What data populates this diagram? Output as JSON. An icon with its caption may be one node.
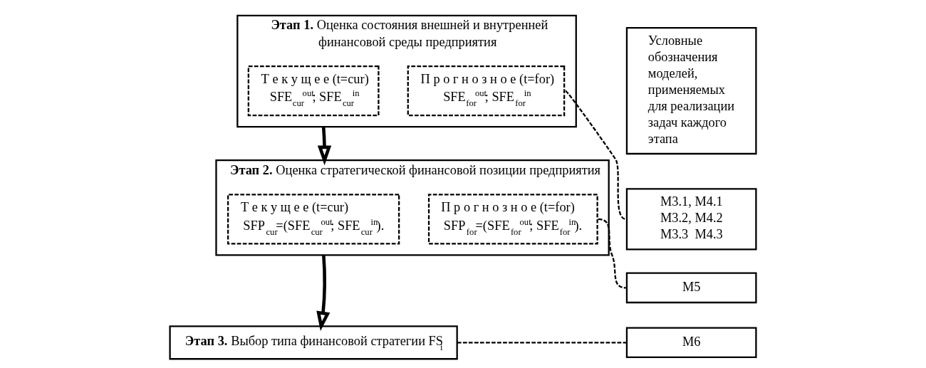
{
  "diagram": {
    "nodes": [
      {
        "text": [
          "**Этап 1.** Оценка состояния внешней и внутренней финансовой среды предприятия"
        ]
      },
      {
        "text": [
          "Т е к у щ е е (t=cur)",
          "SFE$_{cur}$$^{out}$; SFE$_{cur}$$^{in}$"
        ],
        "in": 0
      },
      {
        "text": [
          "П р о г н о з н о е (t=for)",
          "SFE$_{for}$$^{out}$; SFE$_{for}$$^{in}$"
        ],
        "in": 0
      },
      {
        "text": [
          "**Этап 2.** Оценка стратегической финансовой позиции предприятия"
        ]
      },
      {
        "text": [
          "Т е к у щ е е (t=cur)",
          "SFP$_{cur}$=(SFE$_{cur}$$^{out}$; SFE$_{cur}$$^{in}$)."
        ],
        "in": 3
      },
      {
        "text": [
          "П р о г н о з н о е (t=for)",
          "SFP$_{for}$=(SFE$_{for}$$^{out}$; SFE$_{for}$$^{in}$)."
        ],
        "in": 3
      },
      {
        "text": [
          "**Этап 3.** Выбор типа финансовой стратегии FS$_{i}$"
        ]
      },
      {
        "text": [
          "Условные обозначения моделей, применяемых для реализации задач каждого этапа"
        ]
      },
      {
        "text": [
          "M3.1, M4.1 M3.2, M4.2 M3.3  M4.3"
        ]
      },
      {
        "text": [
          "M5"
        ]
      },
      {
        "text": [
          "M6"
        ]
      }
    ],
    "edges": [
      {
        "from": 0,
        "to": 3,
        "arrow": "to",
        "style": "thick"
      },
      {
        "from": 3,
        "to": 6,
        "arrow": "to",
        "style": "thick"
      },
      {
        "from": 2,
        "to": 8,
        "arrow": "none",
        "style": "dashed"
      },
      {
        "from": 5,
        "to": 9,
        "arrow": "none",
        "style": "dashed"
      },
      {
        "from": 6,
        "to": 10,
        "arrow": "none",
        "style": "dashed"
      }
    ]
  }
}
